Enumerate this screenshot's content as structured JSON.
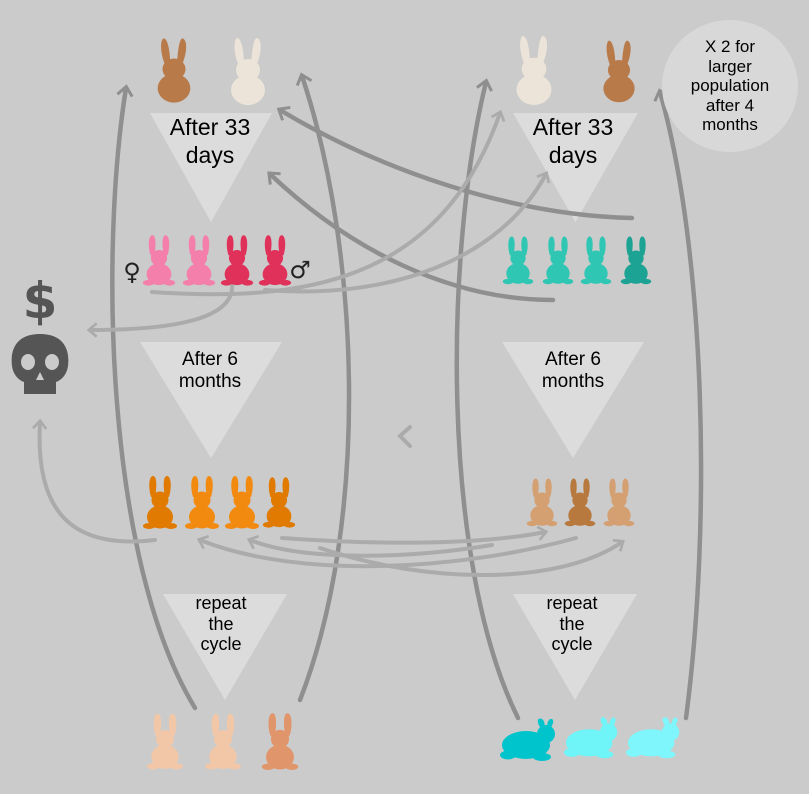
{
  "stages": {
    "after_33_days_left": "After 33\ndays",
    "after_33_days_right": "After 33\ndays",
    "after_6_months_left": "After 6\nmonths",
    "after_6_months_right": "After 6\nmonths",
    "repeat_left": "repeat\nthe\ncycle",
    "repeat_right": "repeat\nthe\ncycle"
  },
  "note": {
    "text": "X 2 for\nlarger\npopulation\nafter 4\nmonths"
  },
  "symbols": {
    "female": "♀",
    "male": "♂",
    "dollar": "$"
  },
  "colors": {
    "background": "#cbcbcb",
    "funnel": "#dcdcdc",
    "arrow": "#8f8f8f",
    "arrow_light": "#ababab",
    "skull": "#555555",
    "pink_light": "#f47faa",
    "pink_dark": "#e0315a",
    "teal": "#2fc7b3",
    "teal_dark": "#1da393",
    "orange": "#f28a10",
    "orange_dark": "#e07a00",
    "tan": "#d4a071",
    "tan_dark": "#b8793f",
    "peach": "#f2c7a8",
    "peach_dark": "#e0956a",
    "cyan_dark": "#00c4cc",
    "cyan": "#6ff4f8",
    "cyan_light": "#7ef6fb",
    "photo_brown": "#b97a4a",
    "photo_cream": "#ece4d8"
  },
  "icons": [
    "rabbit-photo-icon",
    "rabbit-silhouette-icon",
    "sitting-rabbit-icon",
    "female-symbol-icon",
    "male-symbol-icon",
    "skull-icon",
    "dollar-icon",
    "arrow-icon"
  ]
}
